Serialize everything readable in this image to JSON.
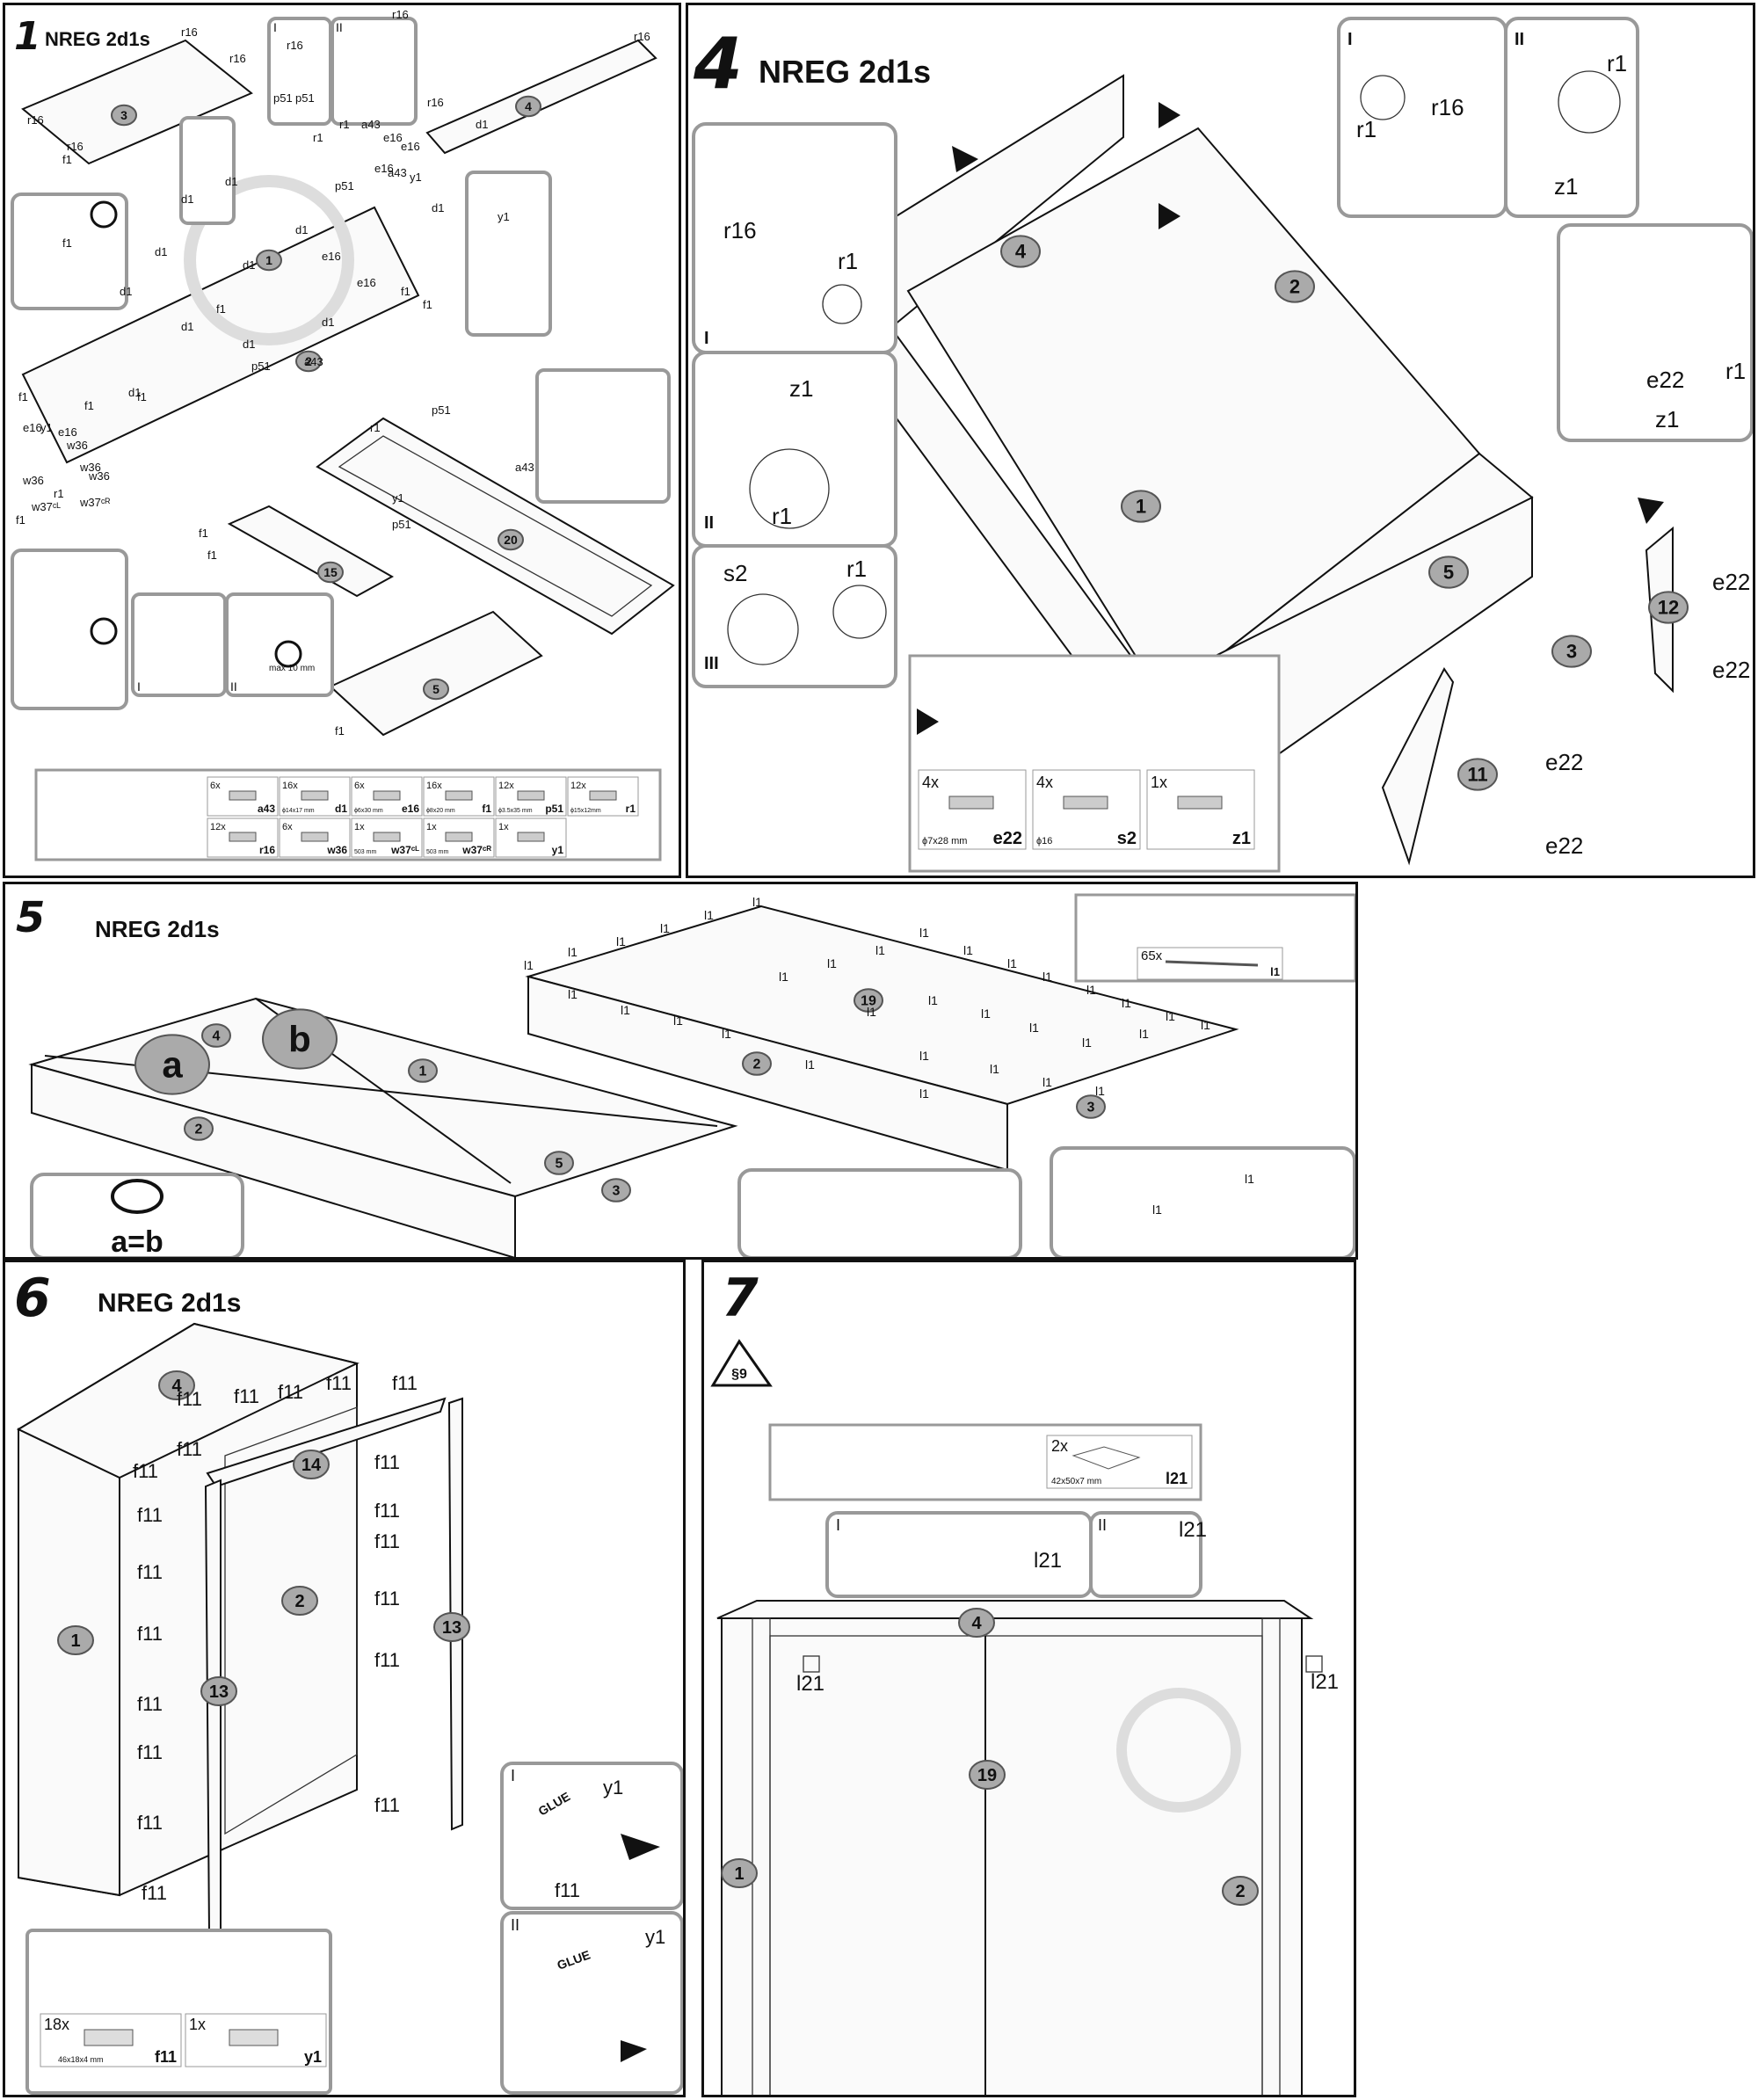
{
  "step1": {
    "number": "1",
    "title": "NREG 2d1s",
    "boards": [
      "3",
      "4",
      "2",
      "20",
      "15",
      "5",
      "1"
    ],
    "labels": [
      "r16",
      "r16",
      "r16",
      "r16",
      "r16",
      "r16",
      "r16",
      "r16",
      "d1",
      "d1",
      "d1",
      "d1",
      "d1",
      "d1",
      "d1",
      "d1",
      "d1",
      "d1",
      "d1",
      "d1",
      "f1",
      "f1",
      "f1",
      "f1",
      "f1",
      "f1",
      "f1",
      "f1",
      "f1",
      "f1",
      "f1",
      "f1",
      "e16",
      "e16",
      "e16",
      "e16",
      "e16",
      "e16",
      "e16",
      "w36",
      "w36",
      "w36",
      "w36",
      "w37ᶜᴸ",
      "w37ᶜᴿ",
      "r1",
      "r1",
      "r1",
      "y1",
      "y1",
      "y1",
      "y1",
      "p51",
      "p51",
      "p51",
      "p51",
      "p51",
      "p51",
      "a43",
      "a43",
      "a43",
      "a43",
      "r1"
    ],
    "insets": [
      "I",
      "II"
    ],
    "inset_max": "max 10 mm",
    "parts": [
      {
        "qty": "6x",
        "code": "a43",
        "size": ""
      },
      {
        "qty": "16x",
        "code": "d1",
        "size": "ϕ14x17 mm"
      },
      {
        "qty": "6x",
        "code": "e16",
        "size": "ϕ6x30 mm"
      },
      {
        "qty": "16x",
        "code": "f1",
        "size": "ϕ8x20 mm"
      },
      {
        "qty": "12x",
        "code": "p51",
        "size": "ϕ3.5x35 mm"
      },
      {
        "qty": "12x",
        "code": "r1",
        "size": "ϕ15x12mm"
      },
      {
        "qty": "12x",
        "code": "r16",
        "size": ""
      },
      {
        "qty": "6x",
        "code": "w36",
        "size": ""
      },
      {
        "qty": "1x",
        "code": "w37ᶜᴸ",
        "size": "503 mm"
      },
      {
        "qty": "1x",
        "code": "w37ᶜᴿ",
        "size": "503 mm"
      },
      {
        "qty": "1x",
        "code": "y1",
        "size": ""
      }
    ]
  },
  "step4": {
    "number": "4",
    "title": "NREG 2d1s",
    "boards": [
      "4",
      "2",
      "1",
      "5",
      "3",
      "12",
      "11"
    ],
    "inset_romans": [
      "I",
      "II",
      "III",
      "I",
      "II"
    ],
    "labels": {
      "r16": "r16",
      "r1": "r1",
      "z1": "z1",
      "s2": "s2",
      "e22": "e22"
    },
    "parts": [
      {
        "qty": "4x",
        "code": "e22",
        "size": "ϕ7x28 mm"
      },
      {
        "qty": "4x",
        "code": "s2",
        "size": "ϕ16"
      },
      {
        "qty": "1x",
        "code": "z1",
        "size": ""
      }
    ]
  },
  "step5": {
    "number": "5",
    "title": "NREG 2d1s",
    "boards_left": [
      "4",
      "1",
      "2",
      "5",
      "3"
    ],
    "boards_right": [
      "19",
      "2",
      "3"
    ],
    "diag_a": "a",
    "diag_b": "b",
    "note": "a=b",
    "nail": "l1",
    "parts": [
      {
        "qty": "65x",
        "code": "l1"
      }
    ]
  },
  "step6": {
    "number": "6",
    "title": "NREG 2d1s",
    "boards": [
      "4",
      "14",
      "2",
      "1",
      "13",
      "13"
    ],
    "pad": "f11",
    "glue": "y1",
    "glue_text": "GLUE",
    "insets": [
      "I",
      "II"
    ],
    "parts": [
      {
        "qty": "18x",
        "code": "f11",
        "size": "46x18x4 mm"
      },
      {
        "qty": "1x",
        "code": "y1",
        "size": ""
      }
    ]
  },
  "step7": {
    "number": "7",
    "warning": "§9",
    "boards": [
      "4",
      "19",
      "1",
      "2"
    ],
    "felt": "l21",
    "insets": [
      "I",
      "II"
    ],
    "parts": [
      {
        "qty": "2x",
        "code": "l21",
        "size": "42x50x7 mm"
      }
    ]
  },
  "colors": {
    "bubble": "#aaaaaa",
    "inset_border": "#999999",
    "ink": "#111111"
  }
}
